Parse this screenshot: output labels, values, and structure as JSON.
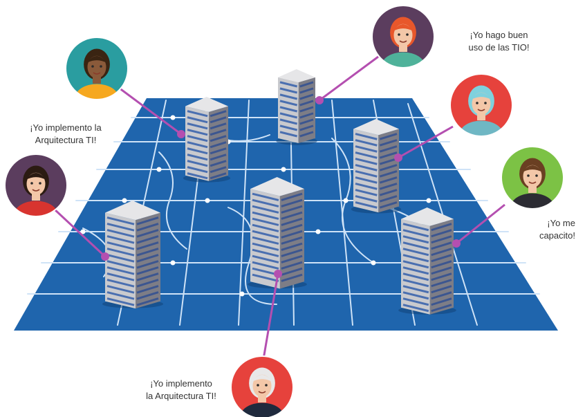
{
  "captions": {
    "tio": "¡Yo hago buen\nuso de las TIO!",
    "arquitectura_left": "¡Yo implemento la\nArquitectura TI!",
    "capacito": "¡Yo me\ncapacito!",
    "arquitectura_bottom": "¡Yo implemento\nla Arquitectura TI!"
  },
  "colors": {
    "map_blue": "#1f65ad",
    "street": "#cfe3f7",
    "connector": "#b44fb0",
    "building_light": "#e6e6e8",
    "building_dark": "#7d7d86",
    "window_blue": "#4a6fb0"
  },
  "people": [
    {
      "name": "woman-curly-hair",
      "bg": "#2a9da0",
      "shirt": "#f6a81f",
      "skin": "#8a5a3a",
      "hair": "#3a2412"
    },
    {
      "name": "man-red-hair",
      "bg": "#5b3d5e",
      "shirt": "#4fb29a",
      "skin": "#f3c7a8",
      "hair": "#e8572b"
    },
    {
      "name": "woman-hijab",
      "bg": "#e6423c",
      "shirt": "#6fb7c4",
      "skin": "#f3c7a8",
      "hair": "#7fd1dd"
    },
    {
      "name": "man-glasses",
      "bg": "#5b3d5e",
      "shirt": "#d8342f",
      "skin": "#f3c7a8",
      "hair": "#2b1b12"
    },
    {
      "name": "woman-long-hair",
      "bg": "#7cc245",
      "shirt": "#2c2c33",
      "skin": "#f3c7a8",
      "hair": "#6a3f22"
    },
    {
      "name": "man-old-suit",
      "bg": "#e6423c",
      "shirt": "#1f2a3d",
      "skin": "#f3c7a8",
      "hair": "#e8e8e8"
    }
  ]
}
